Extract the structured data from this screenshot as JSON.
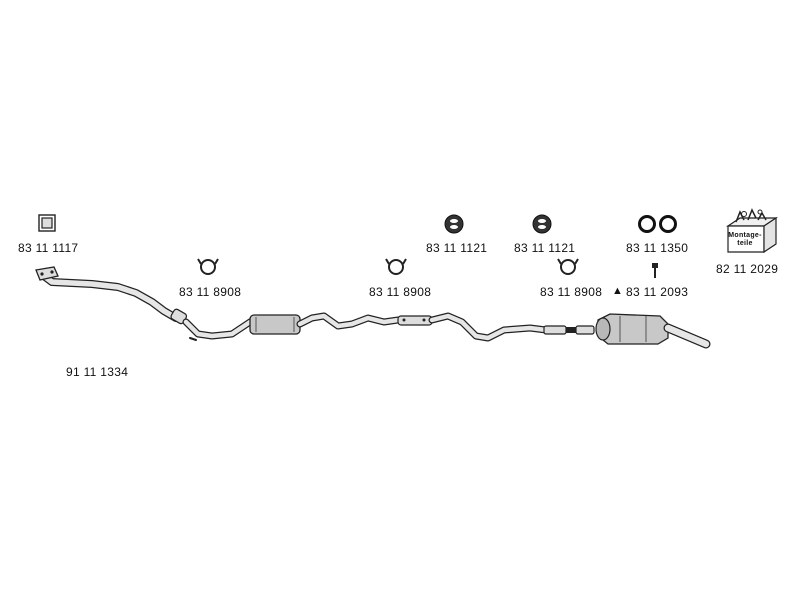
{
  "diagram": {
    "parts": [
      {
        "name": "flange-gasket",
        "number": "83 11 1117"
      },
      {
        "name": "front-pipe",
        "number": "91 11 1334"
      },
      {
        "name": "clamp-1",
        "number": "83 11 8908"
      },
      {
        "name": "clamp-2",
        "number": "83 11 8908"
      },
      {
        "name": "clamp-3",
        "number": "83 11 8908"
      },
      {
        "name": "rubber-hanger-1",
        "number": "83 11 1121"
      },
      {
        "name": "rubber-hanger-2",
        "number": "83 11 1121"
      },
      {
        "name": "rubber-rings",
        "number": "83 11 1350"
      },
      {
        "name": "bolt",
        "number": "83 11 2093"
      },
      {
        "name": "mounting-kit",
        "number": "82 11 2029"
      }
    ],
    "mounting_kit_box_text": "Montage-teile",
    "warning_symbol": "▲",
    "icons": {
      "gasket": "square-gasket-icon",
      "clamp": "pipe-clamp-icon",
      "hanger": "rubber-hanger-icon",
      "ring": "rubber-ring-icon",
      "bolt": "bolt-icon",
      "kit": "mounting-kit-box-icon"
    },
    "colors": {
      "line": "#222222",
      "fill": "#dcdcdc",
      "muffler": "#c8c8c8"
    }
  }
}
